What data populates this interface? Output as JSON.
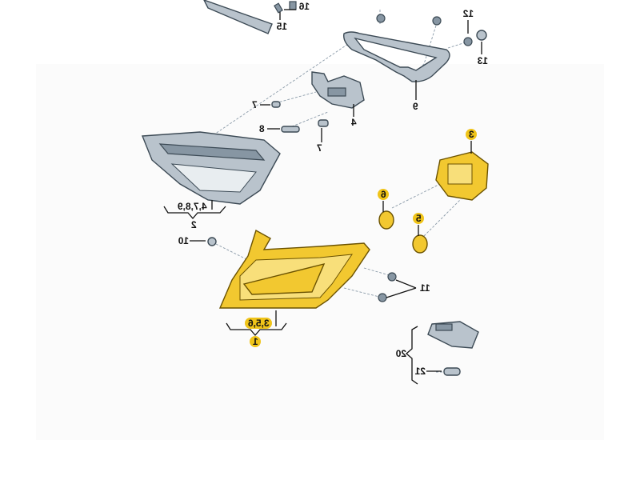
{
  "diagram": {
    "labels": {
      "p16": "16",
      "p15": "15",
      "p12": "12",
      "p13": "13",
      "p9": "9",
      "p7a": "7",
      "p8": "8",
      "p7b": "7",
      "p4": "4",
      "p3": "3",
      "p6": "6",
      "p5": "5",
      "p4789": "4,7,8,9",
      "p2": "2",
      "p10": "10",
      "p11": "11",
      "p356": "3,5,6",
      "p1": "1",
      "p20": "20",
      "p21": "21"
    },
    "colors": {
      "highlight": "#f2c830",
      "part": "#b9c3cc",
      "outline": "#3c4a55"
    }
  }
}
